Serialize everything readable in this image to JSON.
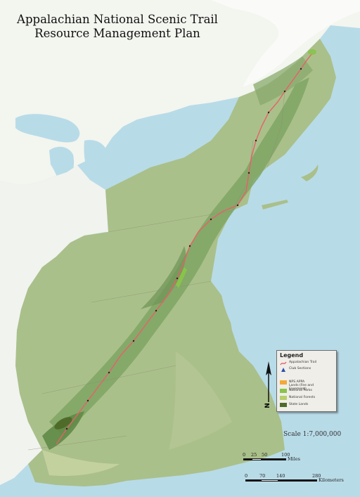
{
  "map": {
    "title_line1": "Appalachian National Scenic Trail",
    "title_line2": "Resource Management Plan",
    "colors": {
      "water": "#b8dbe8",
      "land_outside": "#f3f5ef",
      "land_inside": "#aac08a",
      "forest": "#6f9a58",
      "trail": "#e8606a"
    }
  },
  "legend": {
    "title": "Legend",
    "items": [
      {
        "label": "Appalachian Trail",
        "symbol": "red-line-icon"
      },
      {
        "label": "Club Sections",
        "symbol": "blue-triangle-icon"
      },
      {
        "label": "NPS APPA Lands (Fee and Easement)",
        "color": "#f4a93b"
      },
      {
        "label": "National Parks",
        "color": "#8ac34a"
      },
      {
        "label": "National Forests",
        "color": "#b7cf6a"
      },
      {
        "label": "State Lands",
        "color": "#4e6b2a"
      }
    ]
  },
  "north_arrow": {
    "label": "N",
    "icon": "north-arrow-icon"
  },
  "scale": {
    "text": "Scale 1:7,000,000",
    "miles_ticks": [
      "0",
      "25",
      "50",
      "100"
    ],
    "miles_unit": "Miles",
    "km_ticks": [
      "0",
      "70",
      "140",
      "280"
    ],
    "km_unit": "Kilometers"
  }
}
